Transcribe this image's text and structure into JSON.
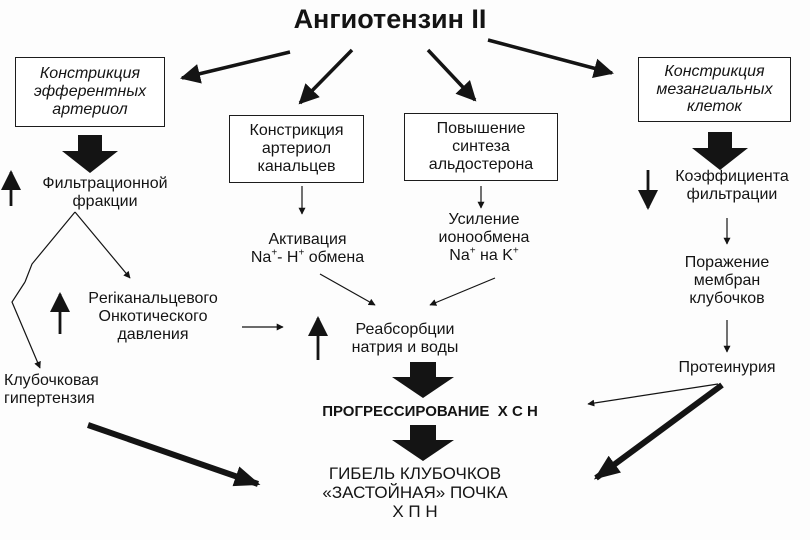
{
  "title": "Ангиотензин II",
  "nodes": {
    "efferent": {
      "lines": [
        "Констрикция",
        "эфферентных",
        "артериол"
      ]
    },
    "mesangial": {
      "lines": [
        "Констрикция",
        "мезангиальных",
        "клеток"
      ]
    },
    "tubular": {
      "lines": [
        "Констрикция",
        "артериол",
        "канальцев"
      ]
    },
    "aldosterone": {
      "lines": [
        "Повышение",
        "синтеза",
        "альдостерона"
      ]
    },
    "filtration_fraction": {
      "lines": [
        "Фильтрационной",
        "фракции"
      ]
    },
    "filtration_coef": {
      "lines": [
        "Коэффициента",
        "фильтрации"
      ]
    },
    "na_h": {
      "line1": "Активация",
      "na": "Na",
      "na_sup": "+",
      "dash_h": "- H",
      "h_sup": "+",
      "tail": " обмена"
    },
    "na_k": {
      "line1": "Усиление",
      "line2": "ионообмена",
      "na": "Na",
      "na_sup": "+",
      "mid": " на K",
      "k_sup": "+"
    },
    "oncotic": {
      "lines": [
        "Periканальцевого",
        "Онкотического",
        "давления"
      ]
    },
    "membrane": {
      "lines": [
        "Поражение",
        "мембран",
        "клубочков"
      ]
    },
    "reabsorption": {
      "lines": [
        "Реабсорбции",
        "натрия и воды"
      ]
    },
    "hypertension": {
      "lines": [
        "Клубочковая",
        "гипертензия"
      ]
    },
    "proteinuria": {
      "lines": [
        "Протеинурия"
      ]
    },
    "progression": {
      "label": "ПРОГРЕССИРОВАНИЕ",
      "abbr": "Х С Н"
    },
    "death": {
      "lines": [
        "ГИБЕЛЬ КЛУБОЧКОВ",
        "«ЗАСТОЙНАЯ» ПОЧКА",
        "Х П Н"
      ]
    }
  }
}
